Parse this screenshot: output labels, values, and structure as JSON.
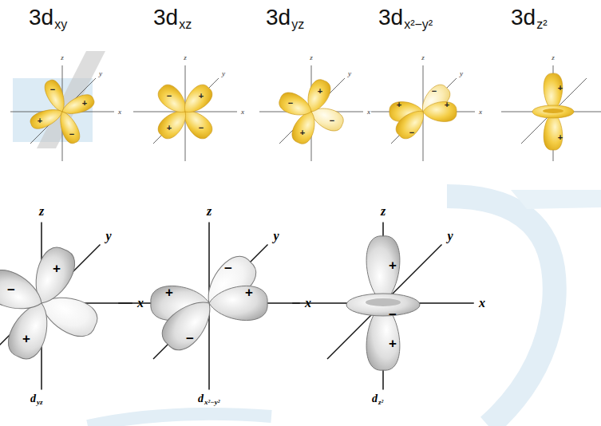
{
  "diagram": {
    "labels": [
      "3d",
      "xy",
      "z",
      "y",
      "x",
      "−",
      "+",
      "+",
      "−",
      "3d",
      "xz",
      "z",
      "y",
      "x",
      "−",
      "+",
      "+",
      "−",
      "3d",
      "yz",
      "z",
      "y",
      "x",
      "+",
      "+",
      "−",
      "−",
      "3d",
      "x²−y²",
      "z",
      "y",
      "x",
      "+",
      "+",
      "−",
      "−",
      "3d",
      "z²",
      "z",
      "+",
      "+",
      "z",
      "y",
      "x",
      "−",
      "+",
      "+",
      "d",
      "yz",
      "z",
      "y",
      "x",
      "+",
      "+",
      "−",
      "−",
      "d",
      "x²−y²",
      "z",
      "y",
      "x",
      "+",
      "−",
      "+",
      "d",
      "z²"
    ]
  }
}
